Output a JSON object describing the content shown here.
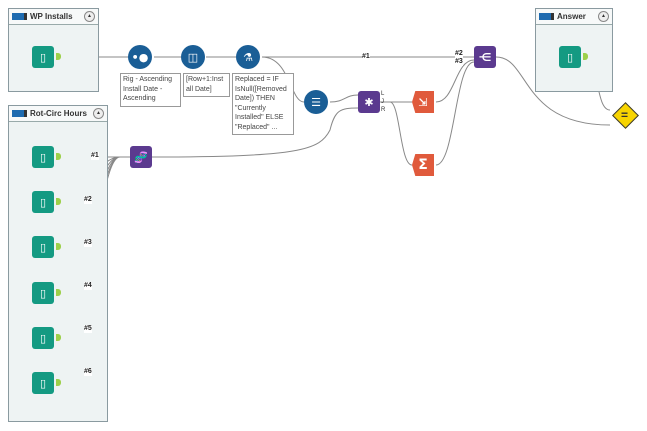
{
  "containers": {
    "wp_installs": "WP Installs",
    "rot_circ_hours": "Rot-Circ Hours",
    "answer": "Answer"
  },
  "annotations": {
    "sort": "Rig - Ascending Install Date - Ascending",
    "multi_row": "[Row+1:Install Date]",
    "formula": "Replaced = IF IsNull([Removed Date]) THEN \"Currently Installed\" ELSE \"Replaced\" ..."
  },
  "connection_labels": {
    "main": "#1",
    "union_2": "#2",
    "union_3": "#3",
    "inputs": [
      "#1",
      "#2",
      "#3",
      "#4",
      "#5",
      "#6"
    ]
  },
  "join_anchors": [
    "L",
    "J",
    "R"
  ],
  "colors": {
    "input": "#149a82",
    "prep": "#1a5e96",
    "join": "#5b3a8f",
    "transform": "#e05a3c",
    "anchor": "#9dd04a"
  }
}
